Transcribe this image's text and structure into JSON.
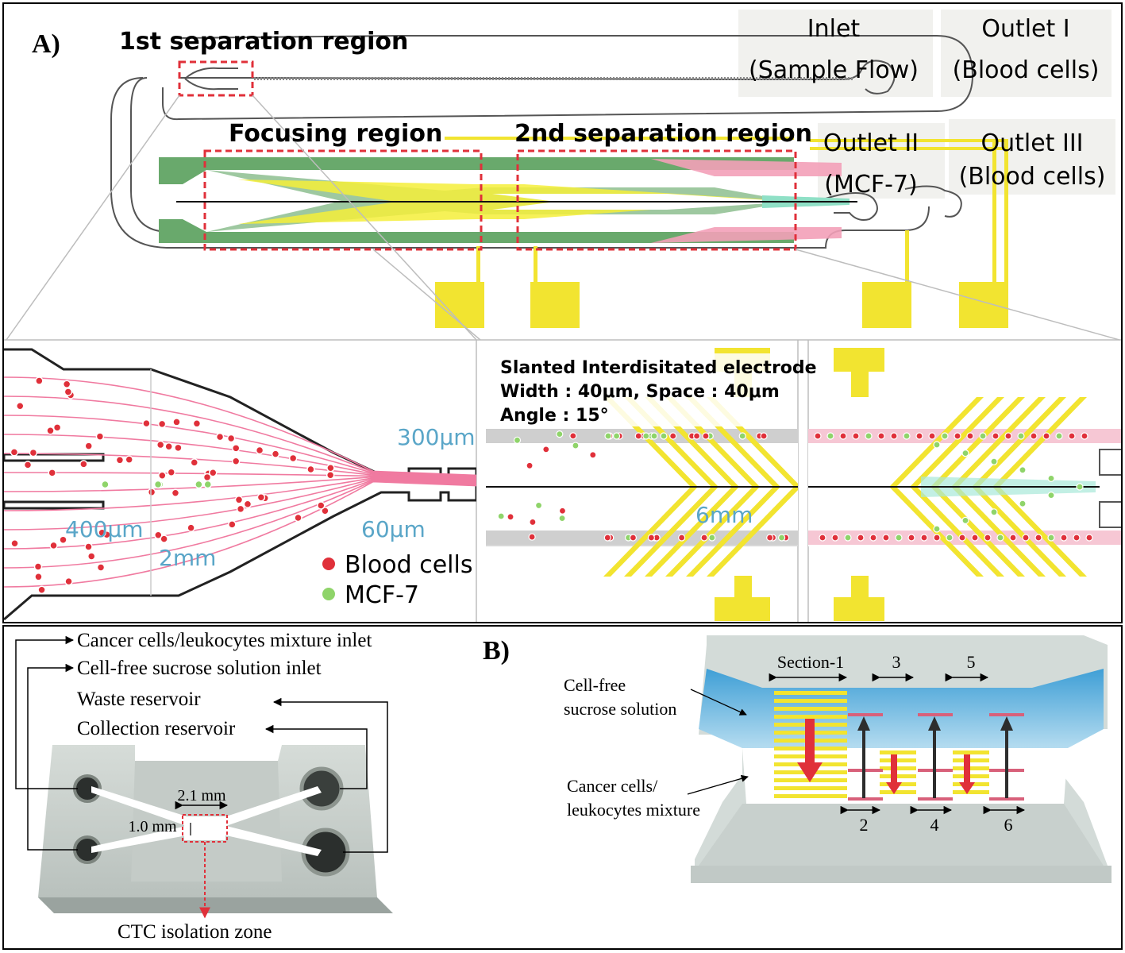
{
  "panelA": {
    "label": "A)",
    "top": {
      "first_separation": "1st separation region",
      "focusing": "Focusing region",
      "second_separation": "2nd separation region",
      "inlet_title": "Inlet",
      "inlet_sub": "(Sample Flow)",
      "outlet1_title": "Outlet I",
      "outlet1_sub": "(Blood cells)",
      "outlet2_title": "Outlet II",
      "outlet2_sub": "(MCF-7)",
      "outlet3_title": "Outlet III",
      "outlet3_sub": "(Blood cells)"
    },
    "left_detail": {
      "dim_400": "400μm",
      "dim_2mm": "2mm",
      "dim_300": "300μm",
      "dim_60": "60μm",
      "legend": [
        {
          "label": "Blood cells",
          "color": "#e0303a"
        },
        {
          "label": "MCF-7",
          "color": "#8fd46a"
        }
      ]
    },
    "electrode": {
      "line1": "Slanted Interdisitated electrode",
      "line2": "Width : 40μm, Space : 40μm",
      "line3": "Angle : 15°",
      "dim_6mm": "6mm"
    }
  },
  "panelB": {
    "label": "B)",
    "chip_labels": {
      "inlet1": "Cancer cells/leukocytes mixture inlet",
      "inlet2": "Cell-free sucrose solution inlet",
      "waste": "Waste reservoir",
      "collection": "Collection reservoir",
      "dim_21": "2.1 mm",
      "dim_10": "1.0 mm",
      "ctc": "CTC isolation zone"
    },
    "sections": {
      "s1": "Section-1",
      "s2": "2",
      "s3": "3",
      "s4": "4",
      "s5": "5",
      "s6": "6",
      "sucrose_l1": "Cell-free",
      "sucrose_l2": "sucrose solution",
      "mixture_l1": "Cancer cells/",
      "mixture_l2": "leukocytes mixture"
    }
  },
  "colors": {
    "electrode_yellow": "#f2e430",
    "flow_green": "#5fa55f",
    "flow_pink": "#f3a0b8",
    "box_red": "#e0303a",
    "blood_red": "#e0303a",
    "mcf_green": "#8fd46a",
    "channel_gray": "#cfcfcf",
    "sucrose_blue": "#9dd2ec",
    "dim_blue": "#5aa6c8"
  }
}
